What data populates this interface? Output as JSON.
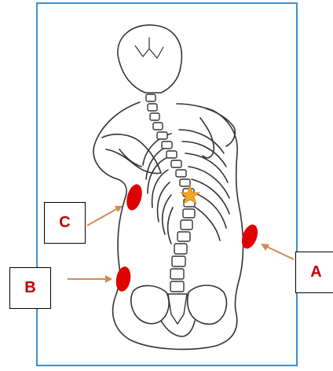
{
  "labels": {
    "a": "A",
    "b": "B",
    "c": "C"
  },
  "colors": {
    "frame_border": "#3b8fd0",
    "marker_red": "#e00000",
    "arrow": "#d08a50",
    "label_text": "#c00000",
    "star": "#f5a623",
    "line_art": "#333333"
  },
  "icons": {
    "apex_marker": "star-icon"
  }
}
